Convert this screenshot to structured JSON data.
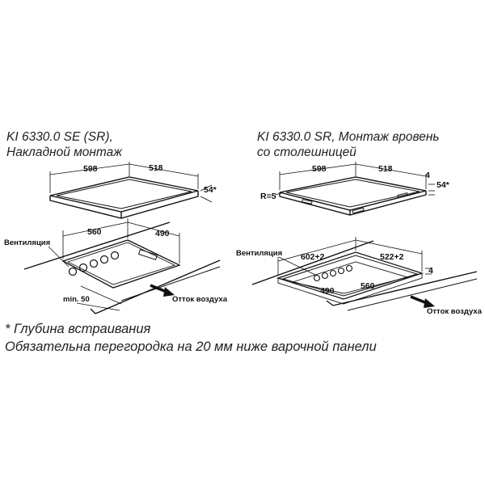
{
  "left": {
    "title_line1": "KI 6330.0 SE (SR),",
    "title_line2": "Накладной монтаж",
    "dim_width": "598",
    "dim_depth": "518",
    "dim_height": "54*",
    "cutout_width": "560",
    "cutout_depth": "490",
    "ventilation_label": "Вентиляция",
    "min_label": "min. 50",
    "air_exhaust_label": "Отток воздуха"
  },
  "right": {
    "title_line1": "KI 6330.0 SR, Монтаж вровень",
    "title_line2": "со столешницей",
    "dim_width": "598",
    "dim_depth": "518",
    "dim_thickness": "4",
    "dim_height": "54*",
    "radius_label": "R=5",
    "ventilation_label": "Вентиляция",
    "recess_width": "602+2",
    "recess_depth": "522+2",
    "recess_thickness": "4",
    "cutout_depth": "490",
    "cutout_width": "560",
    "air_exhaust_label": "Отток воздуха"
  },
  "notes": {
    "depth_note": "* Глубина встраивания",
    "partition_note": "Обязательна перегородка на 20 мм ниже варочной панели"
  }
}
